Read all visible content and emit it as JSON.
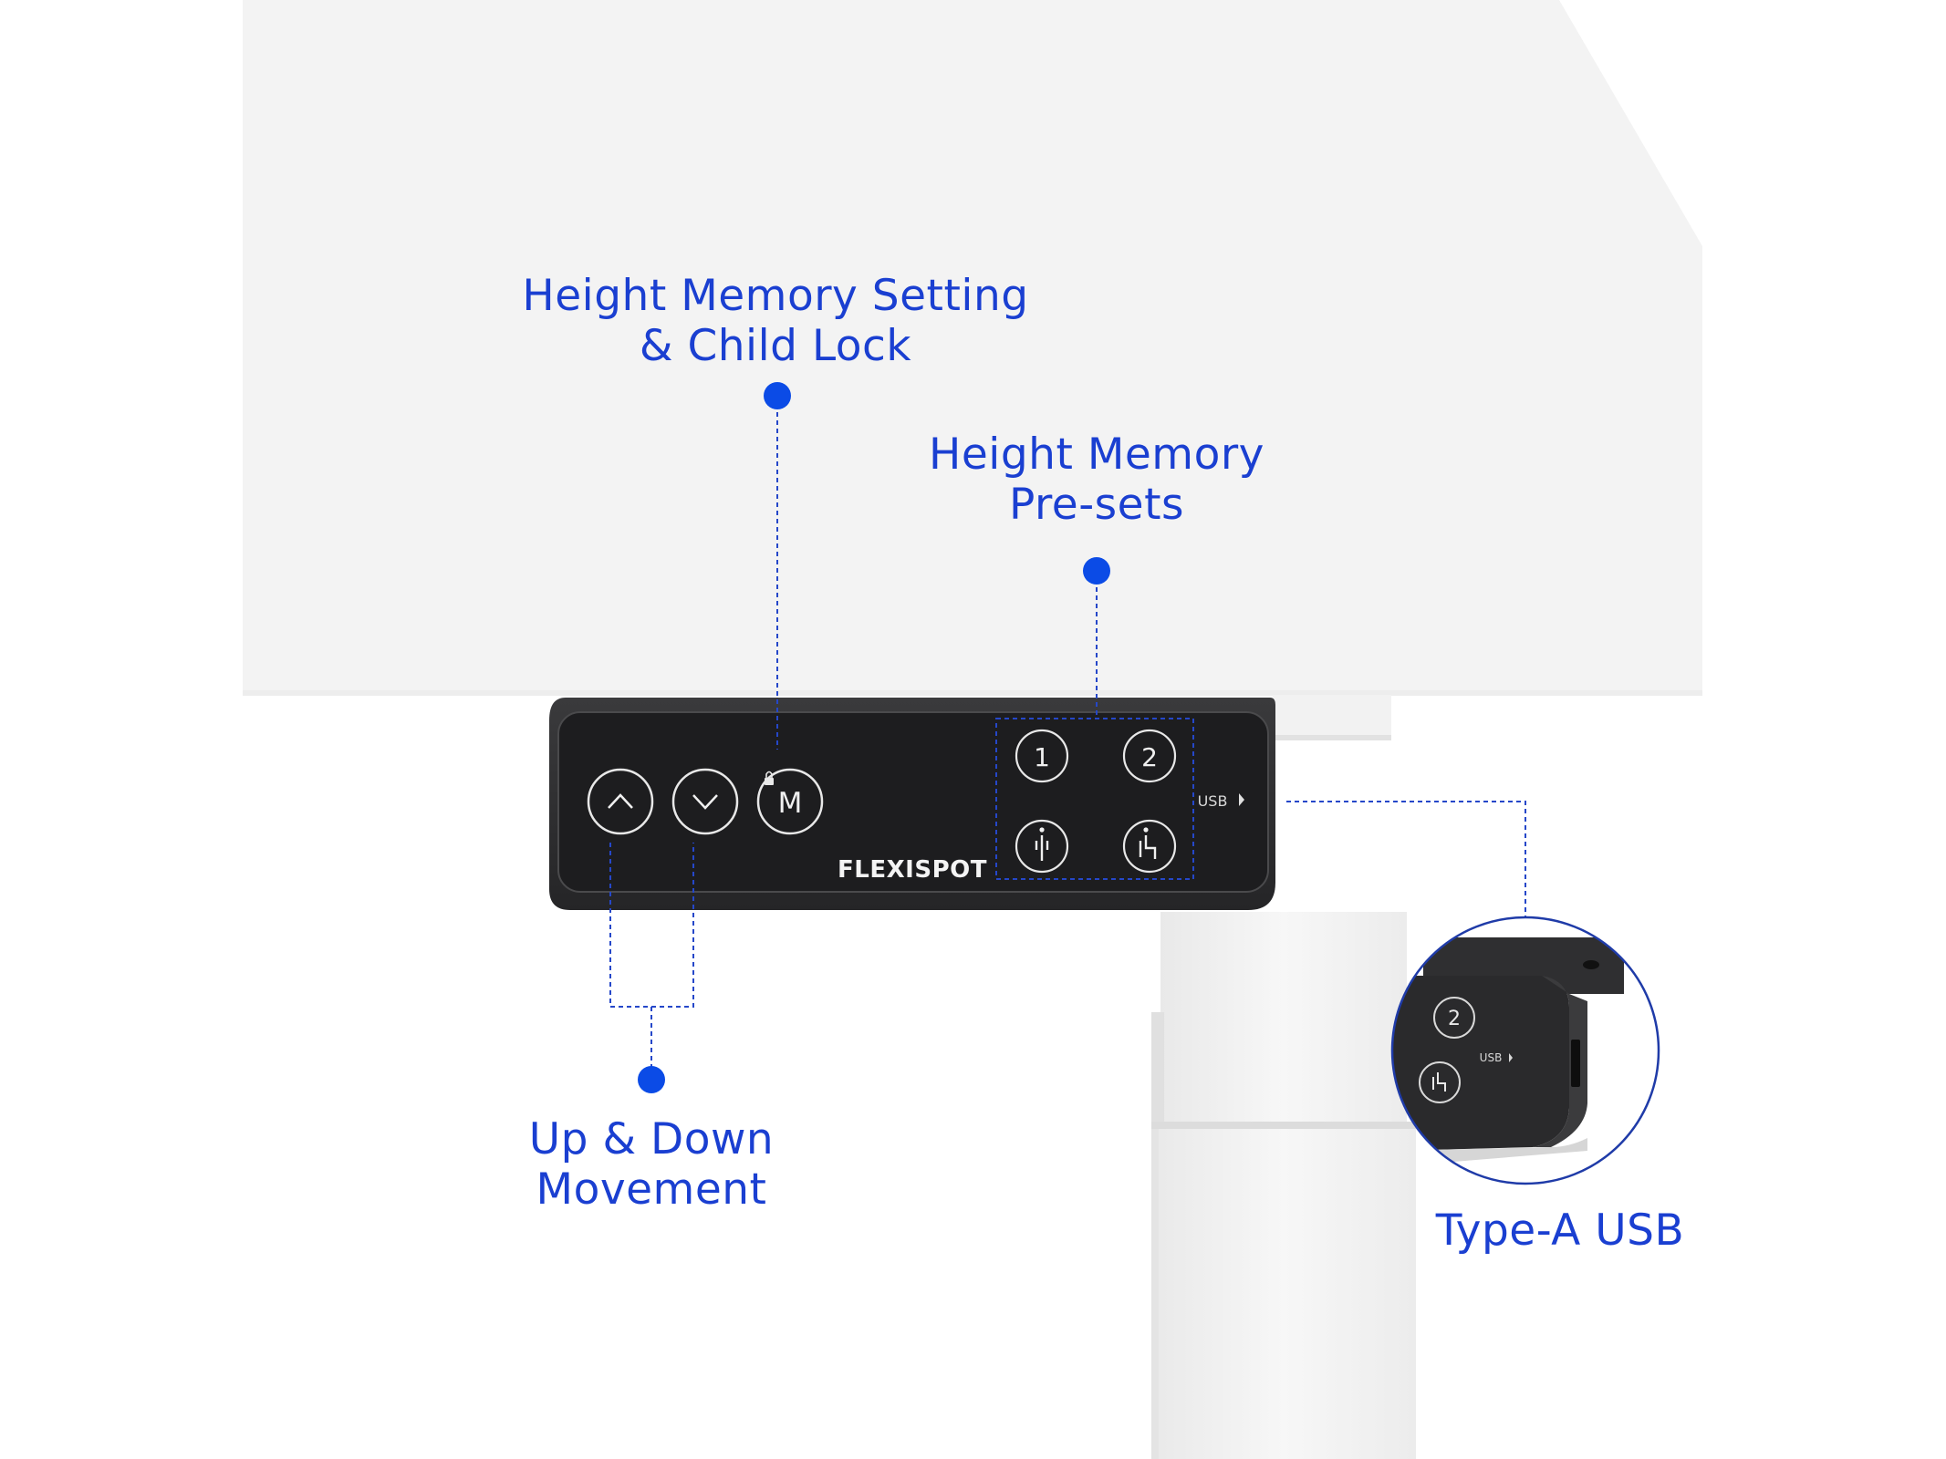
{
  "labels": {
    "memory_setting": {
      "line1": "Height Memory Setting",
      "line2": "& Child Lock"
    },
    "memory_presets": {
      "line1": "Height Memory",
      "line2": "Pre-sets"
    },
    "up_down": {
      "line1": "Up & Down",
      "line2": "Movement"
    },
    "usb_type": "Type-A USB"
  },
  "panel": {
    "brand": "FLEXISPOT",
    "usb_label": "USB",
    "buttons": [
      {
        "name": "up-button",
        "glyph": "chevron-up-icon"
      },
      {
        "name": "down-button",
        "glyph": "chevron-down-icon"
      },
      {
        "name": "memory-button",
        "text": "M"
      },
      {
        "name": "preset-1-button",
        "text": "1"
      },
      {
        "name": "preset-2-button",
        "text": "2"
      },
      {
        "name": "preset-stand-button",
        "glyph": "standing-person-icon"
      },
      {
        "name": "preset-sit-button",
        "glyph": "sitting-person-icon"
      }
    ]
  },
  "inset": {
    "preset_label": "2",
    "usb_label": "USB"
  },
  "colors": {
    "accent": "#1a3fd1",
    "marker": "#0b4be6",
    "panel": "#2b2b2d",
    "panel_face": "#1d1d1f",
    "desk": "#f3f3f3"
  }
}
